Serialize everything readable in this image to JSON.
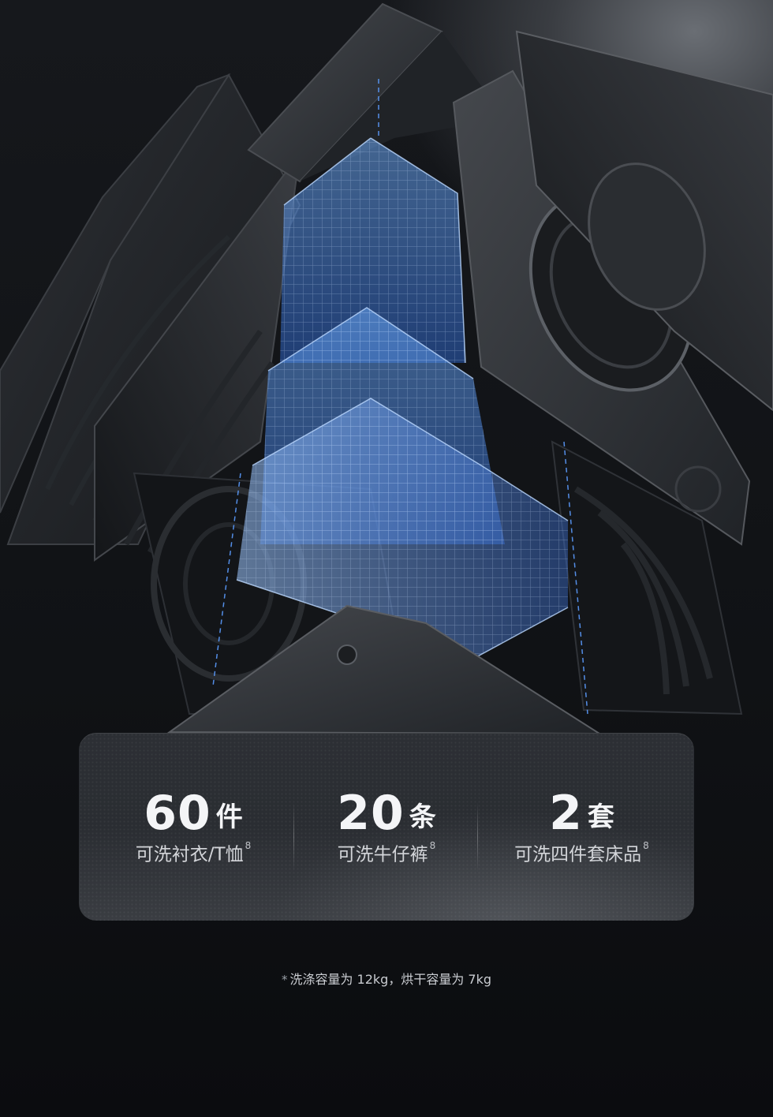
{
  "stats": [
    {
      "number": "60",
      "unit": "件",
      "caption": "可洗衬衣/T恤",
      "note": "8"
    },
    {
      "number": "20",
      "unit": "条",
      "caption": "可洗牛仔裤",
      "note": "8"
    },
    {
      "number": "2",
      "unit": "套",
      "caption": "可洗四件套床品",
      "note": "8"
    }
  ],
  "footnote": {
    "asterisk": "*",
    "text": "洗涤容量为 12kg，烘干容量为 7kg"
  },
  "colors": {
    "accent": "#4f8ff0",
    "panel": "#2b2e33",
    "background": "#101215"
  }
}
